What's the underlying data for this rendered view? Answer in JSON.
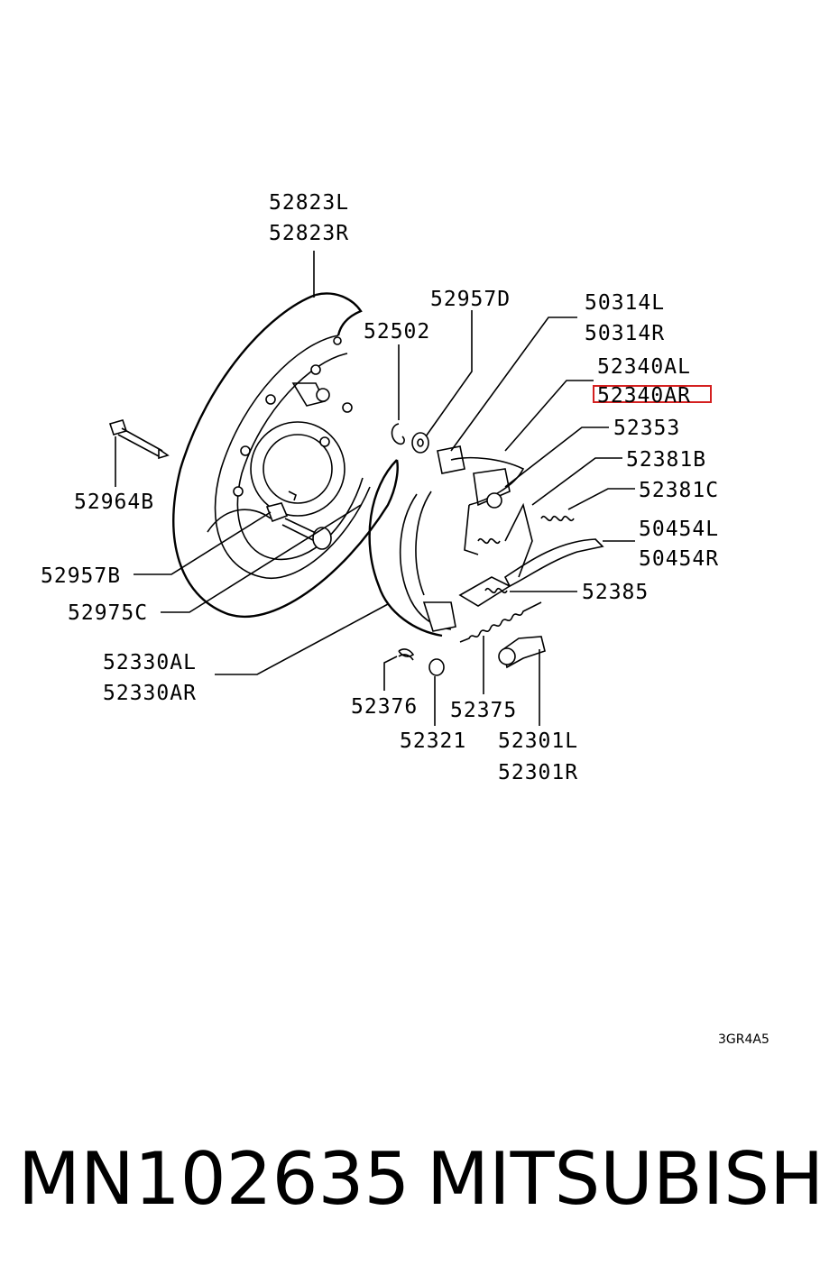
{
  "labels": {
    "p52823L": "52823L",
    "p52823R": "52823R",
    "p52957D": "52957D",
    "p52502": "52502",
    "p50314L": "50314L",
    "p50314R": "50314R",
    "p52340AL": "52340AL",
    "p52340AR": "52340AR",
    "p52353": "52353",
    "p52381B": "52381B",
    "p52381C": "52381C",
    "p50454L": "50454L",
    "p50454R": "50454R",
    "p52385": "52385",
    "p52964B": "52964B",
    "p52957B": "52957B",
    "p52975C": "52975C",
    "p52330AL": "52330AL",
    "p52330AR": "52330AR",
    "p52376": "52376",
    "p52375": "52375",
    "p52321": "52321",
    "p52301L": "52301L",
    "p52301R": "52301R"
  },
  "diagram_code": "3GR4A5",
  "footer": {
    "part_number": "MN102635",
    "brand": "MITSUBISHI"
  },
  "highlight_color": "#d42020"
}
